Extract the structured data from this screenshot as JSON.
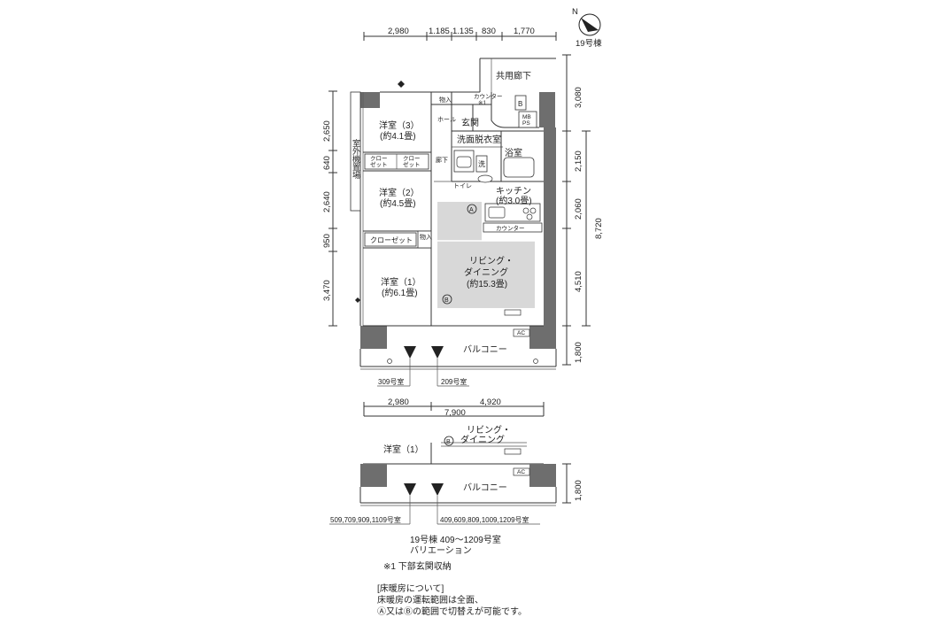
{
  "compass": {
    "north": "N",
    "building": "19号棟"
  },
  "top_dims": [
    "2,980",
    "1.185",
    "1.135",
    "830",
    "1,770"
  ],
  "right_dims": [
    "3,080",
    "2,150",
    "2,060",
    "8,720",
    "4,510",
    "1,800"
  ],
  "left_dims": [
    "2,650",
    "640",
    "2,640",
    "950",
    "3,470"
  ],
  "bottom_dims": [
    "2,980",
    "4,920",
    "7,900"
  ],
  "rooms": {
    "corridor": "共用廊下",
    "western3": "洋室（3）",
    "western3_size": "(約4.1畳)",
    "western2": "洋室（2）",
    "western2_size": "(約4.5畳)",
    "western1": "洋室（1）",
    "western1_size": "(約6.1畳)",
    "outdoor_unit": "室外機置場",
    "closet_a": "クロー\nゼット",
    "closet_a1": "クロー",
    "closet_a2": "ゼット",
    "closet_main": "クローゼット",
    "storage": "物入",
    "storage2": "物入",
    "hall": "ホール",
    "counter_note": "カウンター",
    "note_mark": "※1",
    "entrance": "玄関",
    "mb_ps1": "MB",
    "mb_ps2": "PS",
    "b_mark": "B",
    "washroom": "洗面脱衣室",
    "wash": "洗",
    "bath": "浴室",
    "hallway": "廊下",
    "toilet": "トイレ",
    "kitchen": "キッチン",
    "kitchen_size": "(約3.0畳)",
    "counter": "カウンター",
    "living1": "リビング・",
    "living2": "ダイニング",
    "living_size": "(約15.3畳)",
    "balcony": "バルコニー",
    "ac": "AC",
    "mark_a": "A",
    "mark_b": "B"
  },
  "unit_labels": {
    "left": "309号室",
    "right": "209号室"
  },
  "variation": {
    "western1": "洋室（1）",
    "living1": "リビング・",
    "living2": "ダイニング",
    "balcony": "バルコニー",
    "ac": "AC",
    "dim": "1,800",
    "left_units": "509,709,909,1109号室",
    "right_units": "409,609,809,1009,1209号室"
  },
  "caption": {
    "title": "19号棟 409〜1209号室",
    "subtitle": "バリエーション",
    "note1": "※1 下部玄関収納",
    "heating_head": "[床暖房について]",
    "heating_line1": "床暖房の運転範囲は全面、",
    "heating_line2": "Ⓐ又はⒷの範囲で切替えが可能です。"
  }
}
